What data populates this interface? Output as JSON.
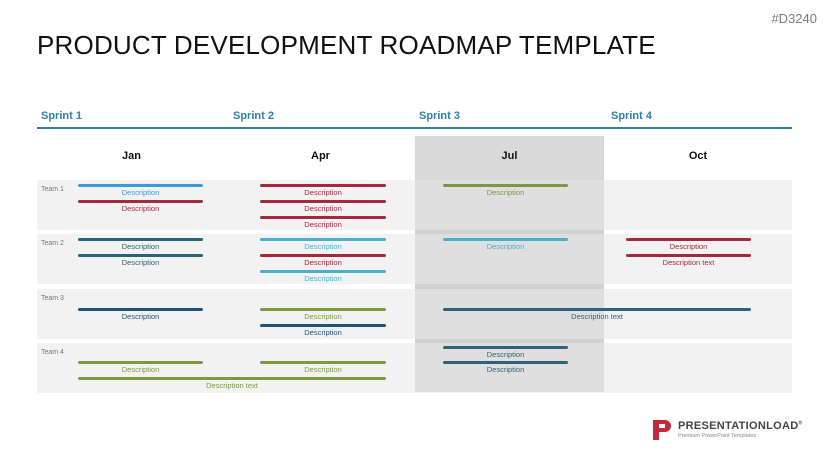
{
  "code": "#D3240",
  "title": "PRODUCT DEVELOPMENT ROADMAP TEMPLATE",
  "sprints": [
    "Sprint 1",
    "Sprint 2",
    "Sprint 3",
    "Sprint 4"
  ],
  "months": [
    "Jan",
    "Apr",
    "Jul",
    "Oct"
  ],
  "teams": [
    "Team 1",
    "Team 2",
    "Team 3",
    "Team 4"
  ],
  "colors": {
    "blue": "#3b9ad9",
    "red": "#a3293c",
    "green": "#7a9a3f",
    "navy": "#1e5574",
    "cyan": "#4bafc9",
    "teal": "#2b6478"
  },
  "bars": {
    "t1_jan_a": "Description",
    "t1_jan_b": "Description",
    "t1_apr_a": "Description",
    "t1_apr_b": "Description",
    "t1_apr_c": "Description",
    "t1_jul_a": "Description",
    "t2_jan_a": "Description",
    "t2_jan_b": "Description",
    "t2_apr_a": "Description",
    "t2_apr_b": "Description",
    "t2_apr_c": "Description",
    "t2_jul_a": "Description",
    "t2_oct_a": "Description",
    "t2_oct_b": "Description text",
    "t3_jan_a": "Description",
    "t3_apr_a": "Description",
    "t3_apr_b": "Description",
    "t3_jul_a": "Description text",
    "t4_jan_a": "Description",
    "t4_apr_a": "Description",
    "t4_jan_b": "Description text",
    "t4_jul_a": "Description",
    "t4_jul_b": "Description"
  },
  "logo": {
    "name": "PRESENTATIONLOAD",
    "mark": "®",
    "tagline": "Premium PowerPoint Templates"
  }
}
